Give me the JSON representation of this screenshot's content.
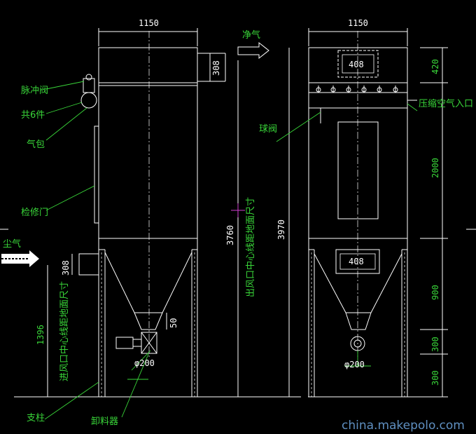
{
  "labels": {
    "pulse_valve": "脉冲阀",
    "six_pieces": "共6件",
    "air_bag": "气包",
    "access_door": "检修门",
    "dirty_air": "尘气",
    "column": "支柱",
    "discharger": "卸料器",
    "clean_air": "净气",
    "ball_valve": "球阀",
    "compressed_air_inlet": "压缩空气入口",
    "inlet_center_height": "进风口中心线距地面尺寸",
    "outlet_center_height": "出风口中心线距地面尺寸"
  },
  "dimensions": {
    "left_width": "1150",
    "right_width": "1150",
    "outlet_size": "308",
    "inlet_size": "308",
    "outlet_height": "3760",
    "total_height": "3970",
    "inlet_height": "1396",
    "hopper_outlet": "50",
    "left_phi": "φ200",
    "right_phi": "φ200",
    "top_opening": "408",
    "bottom_opening": "408",
    "top_section": "420",
    "middle_section": "2000",
    "hopper_section": "900",
    "lower_300": "300",
    "bottom_300": "300"
  },
  "watermark": "china.makepolo.com"
}
